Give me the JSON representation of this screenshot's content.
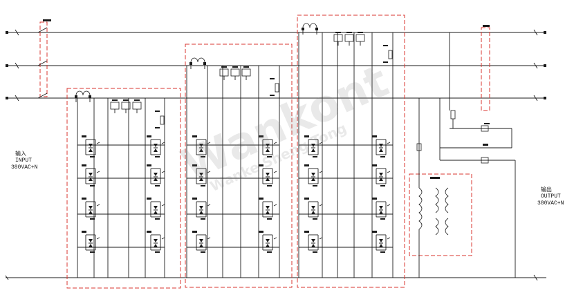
{
  "input": {
    "cn": "输入",
    "en": "INPUT",
    "spec": "380VAC+N"
  },
  "output": {
    "cn": "输出",
    "en": "OUTPUT",
    "spec": "380VAC+N"
  },
  "watermark": {
    "brand": "Wankont",
    "sub": "Wanke Sheng Tong"
  },
  "colors": {
    "wire": "#1a1a1a",
    "module_border": "#d9362f",
    "background": "#ffffff"
  }
}
